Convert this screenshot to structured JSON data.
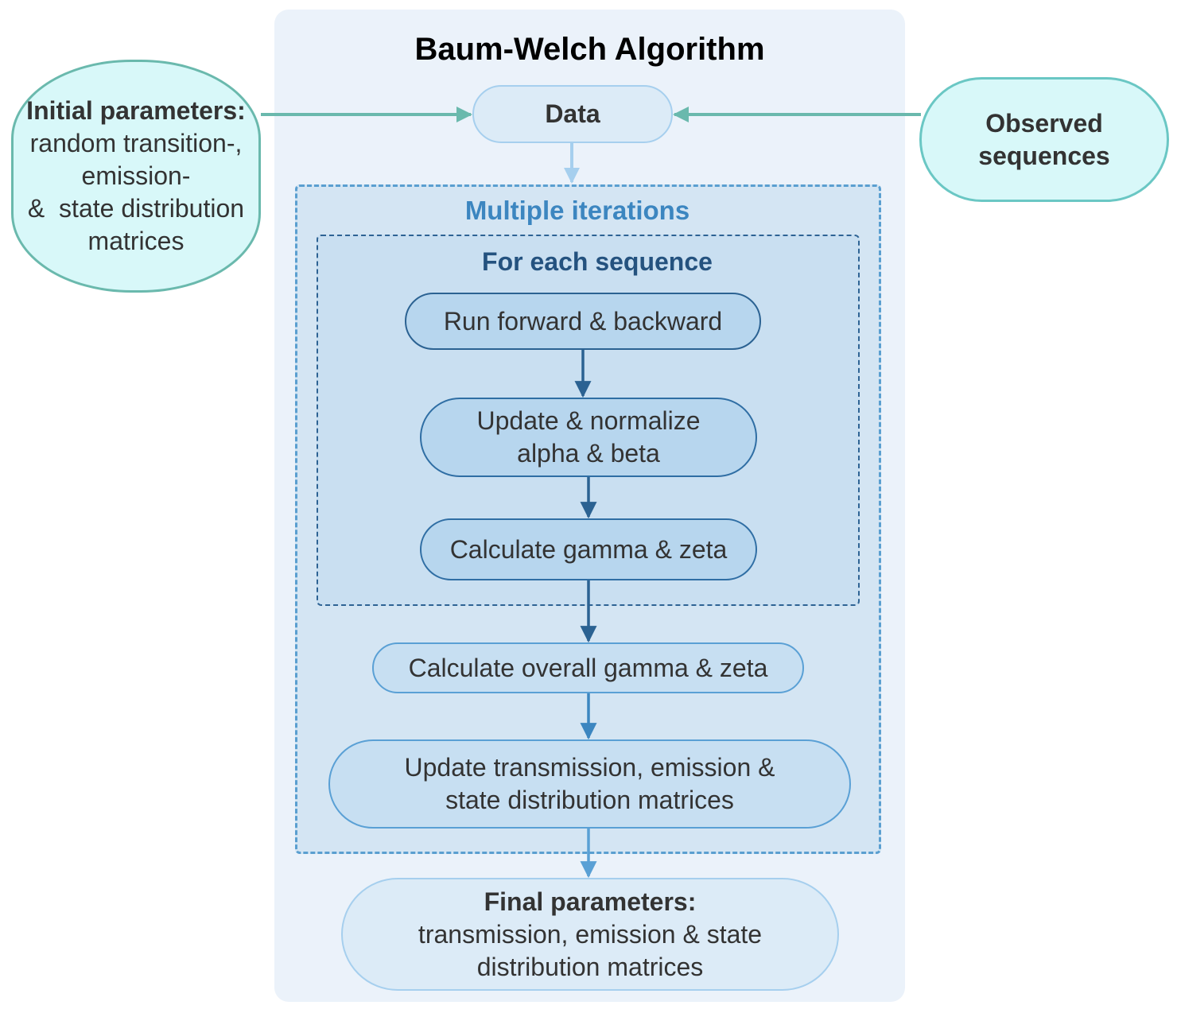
{
  "title": "Baum-Welch Algorithm",
  "nodes": {
    "initial": {
      "heading": "Initial parameters:",
      "line1": "random transition-,",
      "line2": "emission-",
      "line3": "&  state distribution",
      "line4": "matrices"
    },
    "observed": {
      "line1": "Observed",
      "line2": "sequences"
    },
    "data": {
      "label": "Data"
    },
    "iterations": {
      "label": "Multiple iterations"
    },
    "each_sequence": {
      "label": "For each sequence"
    },
    "run": {
      "label": "Run forward & backward"
    },
    "update_ab": {
      "line1": "Update & normalize",
      "line2": "alpha & beta"
    },
    "gamma": {
      "label": "Calculate gamma & zeta"
    },
    "overall": {
      "label": "Calculate overall gamma & zeta"
    },
    "update_matrices": {
      "line1": "Update transmission, emission &",
      "line2": "state distribution matrices"
    },
    "final": {
      "heading": "Final parameters:",
      "line1": "transmission, emission & state",
      "line2": "distribution matrices"
    }
  },
  "edges": [
    {
      "from": "initial",
      "to": "data"
    },
    {
      "from": "observed",
      "to": "data"
    },
    {
      "from": "data",
      "to": "iterations"
    },
    {
      "from": "run",
      "to": "update_ab"
    },
    {
      "from": "update_ab",
      "to": "gamma"
    },
    {
      "from": "gamma",
      "to": "overall"
    },
    {
      "from": "overall",
      "to": "update_matrices"
    },
    {
      "from": "update_matrices",
      "to": "final"
    }
  ],
  "colors": {
    "teal_edge": "#6ab9ad",
    "light_blue_edge": "#a6cfee",
    "dark_blue_edge": "#2b6292",
    "mid_blue_edge": "#3c86c0"
  }
}
